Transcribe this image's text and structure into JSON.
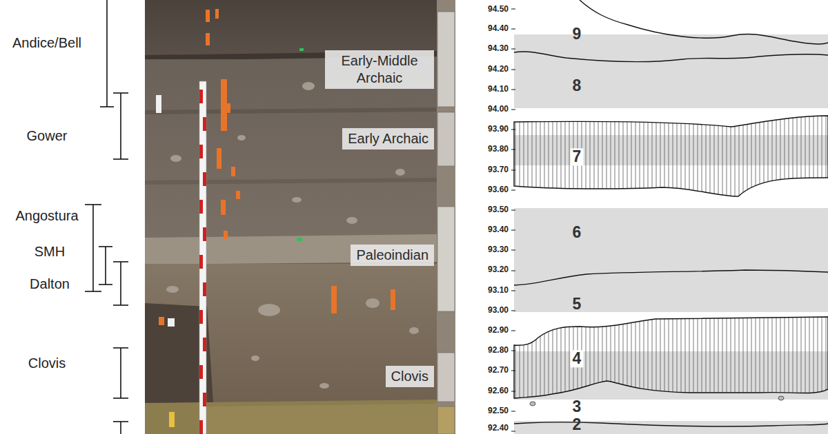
{
  "diagram": {
    "nodes": [
      {
        "text": [
          "Early-Middle Archaic"
        ]
      },
      {
        "text": [
          "Early Archaic"
        ]
      },
      {
        "text": [
          "Paleoindian"
        ]
      },
      {
        "text": [
          "Clovis"
        ]
      }
    ],
    "labels": [
      "Andice/Bell",
      "Gower",
      "Angostura",
      "SMH",
      "Dalton",
      "Clovis",
      "94.50",
      "94.40",
      "94.30",
      "94.20",
      "94.10",
      "94.00",
      "93.90",
      "93.80",
      "93.70",
      "93.60",
      "93.50",
      "93.40",
      "93.30",
      "93.20",
      "93.10",
      "93.00",
      "92.90",
      "92.80",
      "92.70",
      "92.60",
      "92.50",
      "92.40",
      "9",
      "8",
      "7",
      "6",
      "5",
      "4",
      "3",
      "2"
    ]
  }
}
